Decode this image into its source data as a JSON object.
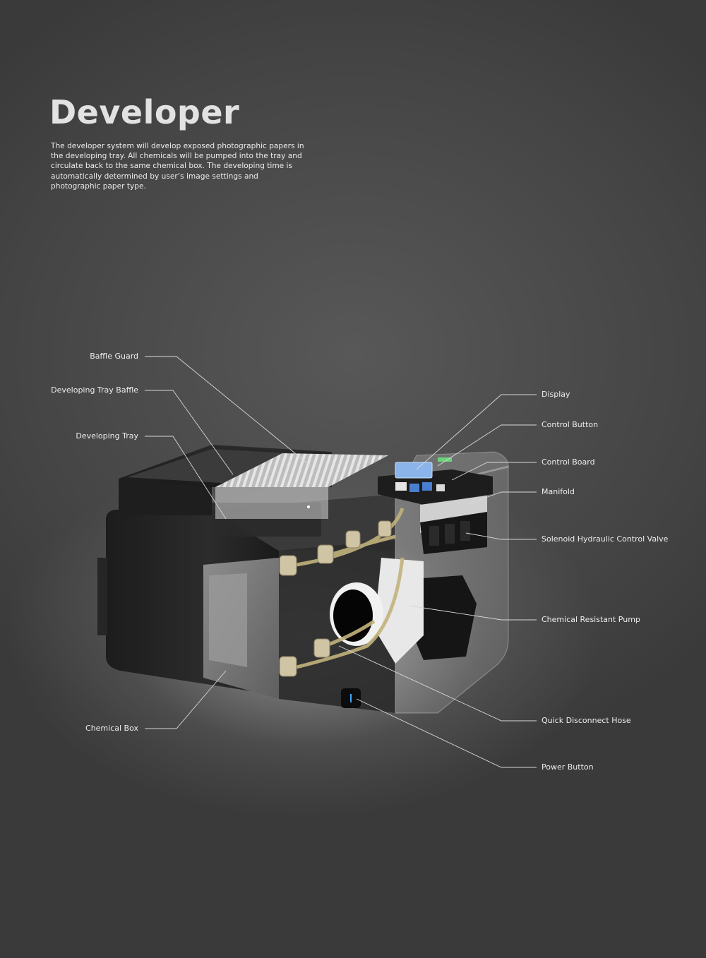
{
  "title": "Developer",
  "description": "The developer system will develop exposed photographic papers in the developing tray. All chemicals will be pumped into the tray and circulate back to the same chemical box. The developing time is automatically determined by user’s image settings and photographic paper type.",
  "callouts": {
    "left": [
      "Baffle Guard",
      "Developing Tray Baffle",
      "Developing Tray",
      "Chemical Box"
    ],
    "right": [
      "Display",
      "Control Button",
      "Control Board",
      "Manifold",
      "Solenoid Hydraulic Control Valve",
      "Chemical Resistant Pump",
      "Quick Disconnect Hose",
      "Power Button"
    ]
  },
  "colors": {
    "background": "#4b4b4b",
    "text": "#ededed",
    "leader_line": "#d8d8d8",
    "power_led": "#3fa8ff"
  }
}
